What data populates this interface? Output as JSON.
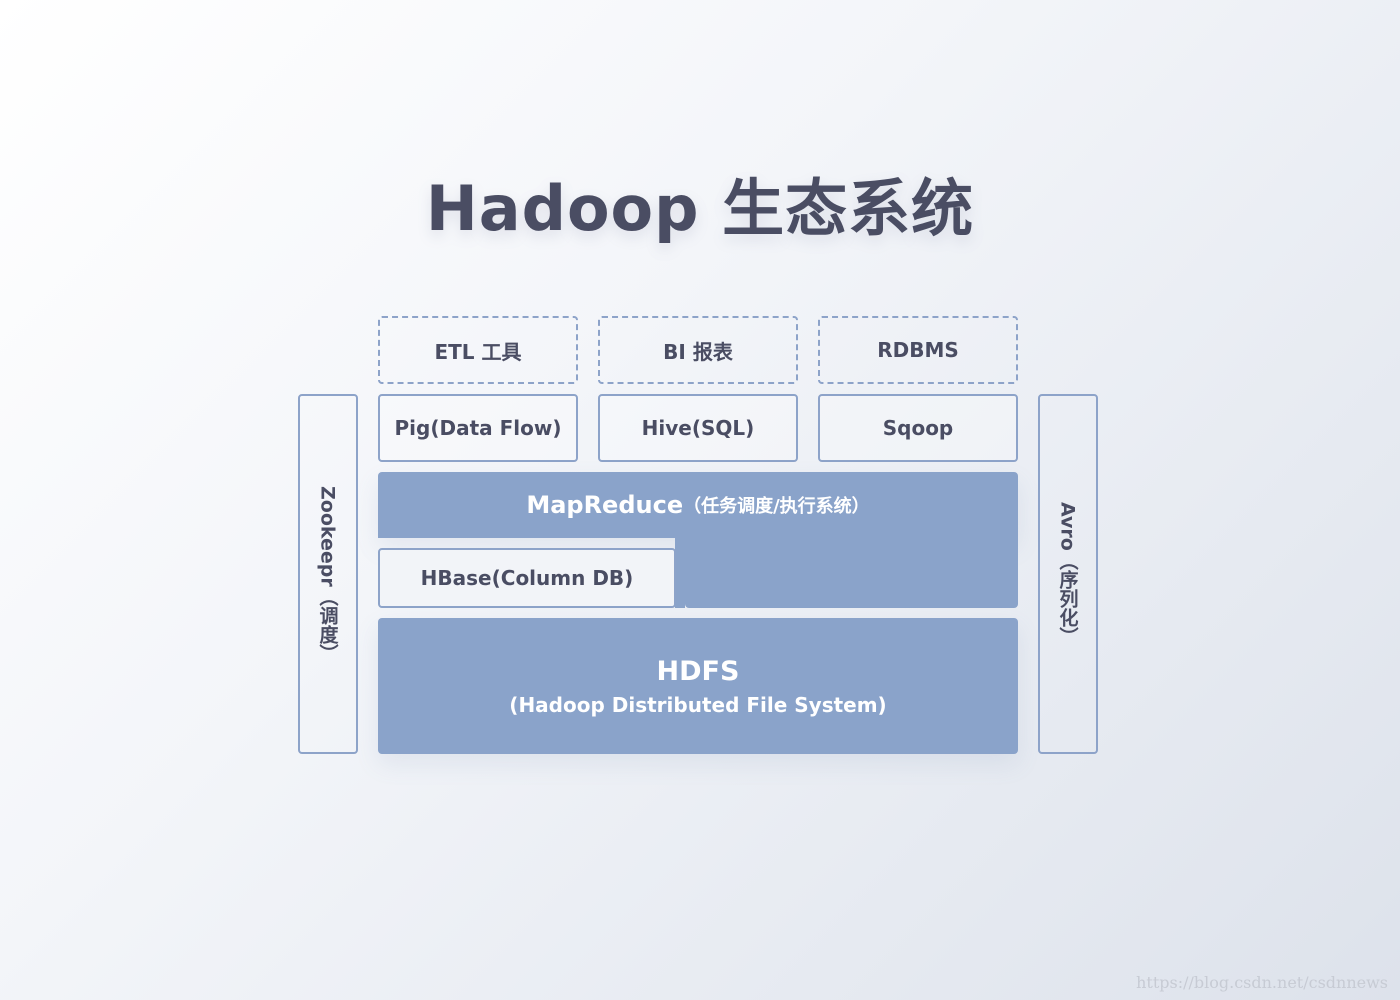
{
  "title": "Hadoop 生态系统",
  "top_row": {
    "etl": "ETL 工具",
    "bi": "BI 报表",
    "rdbms": "RDBMS"
  },
  "second_row": {
    "pig": "Pig(Data Flow)",
    "hive": "Hive(SQL)",
    "sqoop": "Sqoop"
  },
  "mapreduce": {
    "name": "MapReduce",
    "desc": "（任务调度/执行系统）"
  },
  "hbase": "HBase(Column DB)",
  "hdfs": {
    "name": "HDFS",
    "full": "(Hadoop Distributed File System)"
  },
  "left_side": "Zookeepr（调度）",
  "right_side": "Avro（序列化）",
  "watermark": "https://blog.csdn.net/csdnnews",
  "colors": {
    "accent_fill": "#8aa3ca",
    "border": "#8da3c9",
    "text": "#4a4d63"
  }
}
